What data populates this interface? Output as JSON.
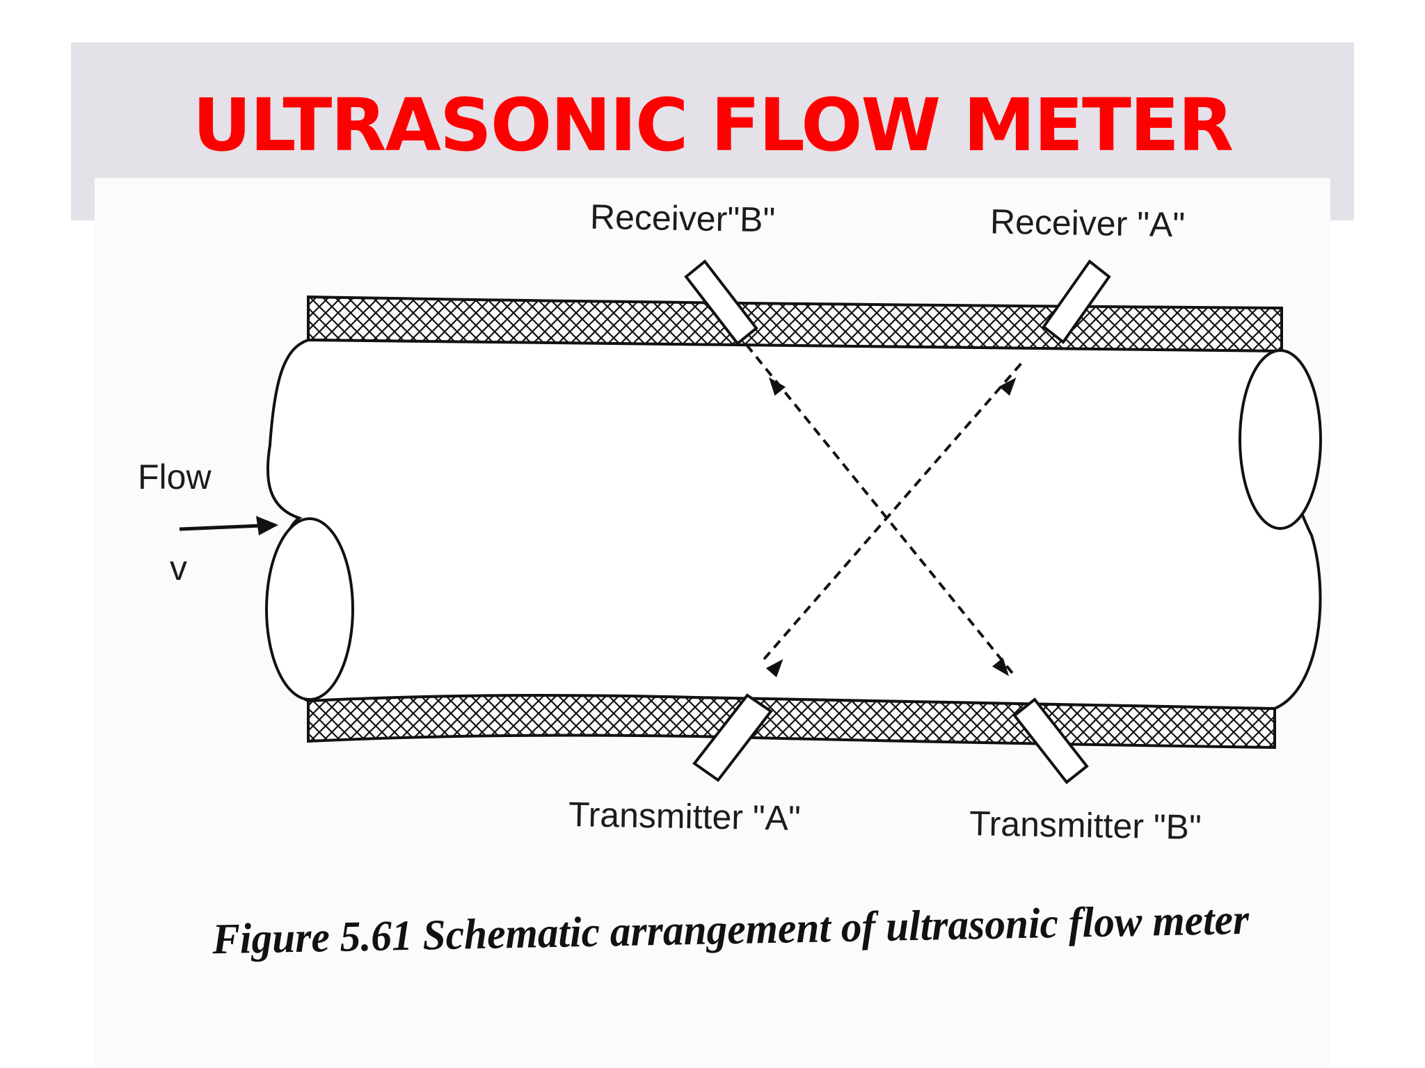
{
  "title": {
    "text": "ULTRASONIC FLOW METER",
    "color": "#ff0000"
  },
  "diagram": {
    "labels": {
      "receiver_b": "Receiver\"B\"",
      "receiver_a": "Receiver \"A\"",
      "transmitter_a": "Transmitter \"A\"",
      "transmitter_b": "Transmitter \"B\"",
      "flow": "Flow",
      "velocity": "v"
    },
    "caption": "Figure 5.61 Schematic arrangement of ultrasonic flow meter"
  }
}
